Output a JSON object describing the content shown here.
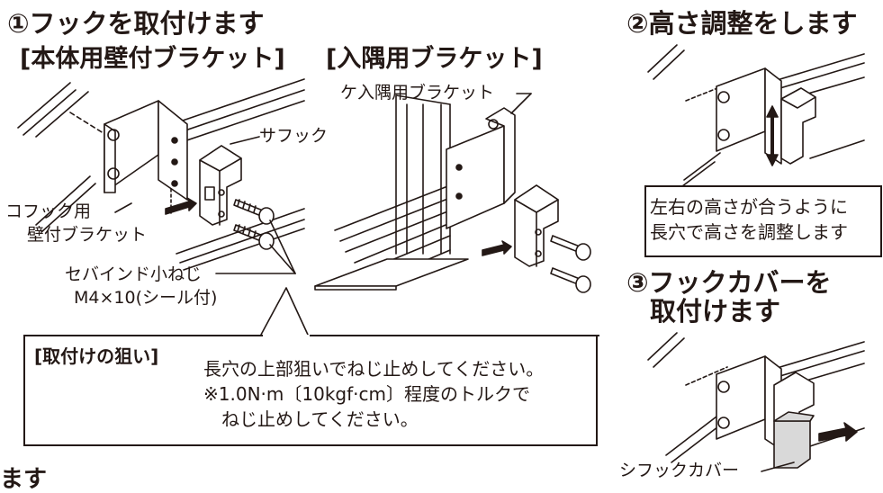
{
  "step1": {
    "title": "①フックを取付けます",
    "wall_heading": "[本体用壁付ブラケット]",
    "corner_heading": "[入隅用ブラケット]",
    "label_corner_bracket": "ケ入隅用ブラケット",
    "label_hook": "サフック",
    "label_wall_bracket_1": "コフック用",
    "label_wall_bracket_2": "壁付ブラケット",
    "label_screw_1": "セバインド小ねじ",
    "label_screw_2": "M4×10(シール付)"
  },
  "aim_box": {
    "title": "[取付けの狙い]",
    "line1": "長穴の上部狙いでねじ止めしてください。",
    "line2": "※1.0N·m〔10kgf·cm〕程度のトルクで",
    "line3": "ねじ止めしてください。"
  },
  "step2": {
    "title": "②高さ調整をします",
    "note1": "左右の高さが合うように",
    "note2": "長穴で高さを調整します"
  },
  "step3": {
    "title1": "③フックカバーを",
    "title2": "取付けます",
    "label_cover": "シフックカバー"
  },
  "footer_fragment": "ます"
}
